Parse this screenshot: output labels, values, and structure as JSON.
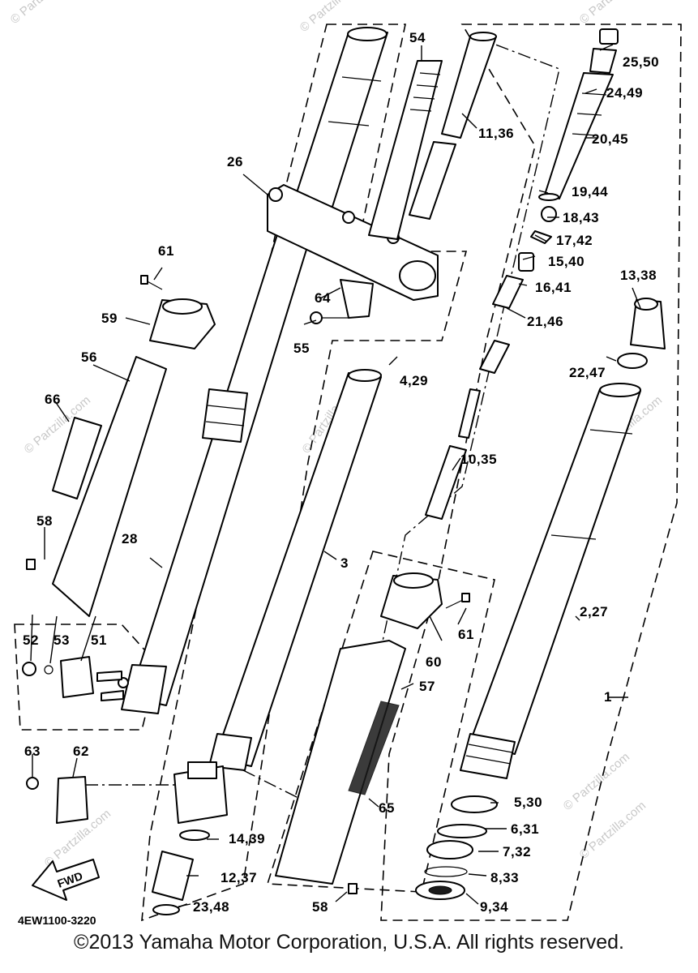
{
  "diagram": {
    "part_code": "4EW1100-3220",
    "fwd_label": "FWD",
    "watermark": "© Partzilla.com",
    "callouts": {
      "c1": "1",
      "c2_27": "2,27",
      "c3": "3",
      "c4_29": "4,29",
      "c5_30": "5,30",
      "c6_31": "6,31",
      "c7_32": "7,32",
      "c8_33": "8,33",
      "c9_34": "9,34",
      "c10_35": "10,35",
      "c11_36": "11,36",
      "c12_37": "12,37",
      "c13_38": "13,38",
      "c14_39": "14,39",
      "c15_40": "15,40",
      "c16_41": "16,41",
      "c17_42": "17,42",
      "c18_43": "18,43",
      "c19_44": "19,44",
      "c20_45": "20,45",
      "c21_46": "21,46",
      "c22_47": "22,47",
      "c23_48": "23,48",
      "c24_49": "24,49",
      "c25_50": "25,50",
      "c26": "26",
      "c28": "28",
      "c51": "51",
      "c52": "52",
      "c53": "53",
      "c54": "54",
      "c55": "55",
      "c56": "56",
      "c57": "57",
      "c58a": "58",
      "c58b": "58",
      "c59": "59",
      "c60": "60",
      "c61a": "61",
      "c61b": "61",
      "c62": "62",
      "c63": "63",
      "c64": "64",
      "c65": "65",
      "c66": "66"
    }
  },
  "footer": {
    "copyright": "©2013 Yamaha Motor Corporation, U.S.A. All rights reserved."
  }
}
